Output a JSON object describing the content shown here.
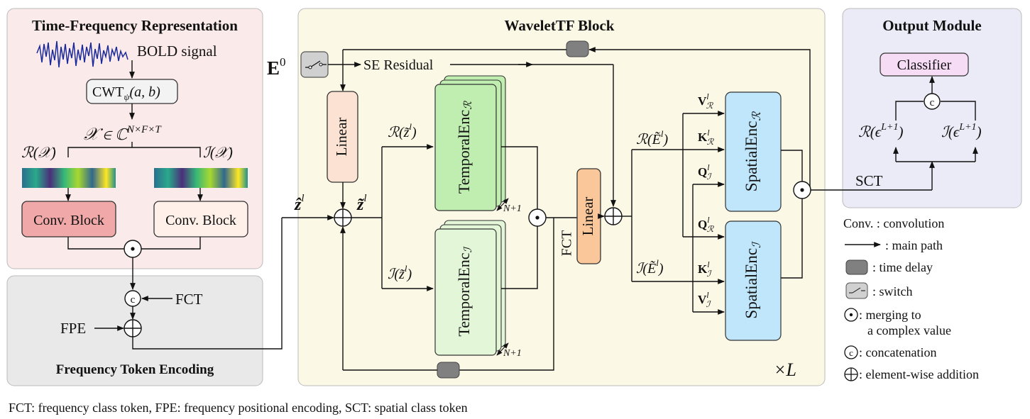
{
  "panels": {
    "tfr_title": "Time-Frequency Representation",
    "fte_title": "Frequency Token Encoding",
    "wtf_title": "WaveletTF Block",
    "out_title": "Output Module"
  },
  "tfr": {
    "bold_signal": "BOLD signal",
    "cwt": "CWT",
    "cwt_sub": "ψ",
    "cwt_args": "(a, b)",
    "x_set": "𝒳 ∈ ℂ",
    "x_dims": "N×F×T",
    "real_x": "ℛ(𝒳)",
    "imag_x": "ℐ(𝒳)",
    "conv_left": "Conv. Block",
    "conv_right": "Conv. Block"
  },
  "fte": {
    "fct": "FCT",
    "fpe": "FPE"
  },
  "wtf": {
    "e0": "E",
    "e0_sup": "0",
    "se_residual": "SE Residual",
    "linear_left": "Linear",
    "z_hat": "ẑ",
    "z_tilde": "z̃",
    "sup_l": "l",
    "real_z": "ℛ(z̃",
    "imag_z": "ℐ(z̃",
    "close_paren": ")",
    "temporal_r": "TemporalEnc",
    "temporal_r_sub": "ℛ",
    "temporal_i": "TemporalEnc",
    "temporal_i_sub": "ℐ",
    "n_plus_1_top": "N+1",
    "n_plus_1_bottom": "N+1",
    "fct_vertical": "FCT",
    "linear_mid": "Linear",
    "real_e": "ℛ(Ẽ",
    "imag_e": "ℐ(Ẽ",
    "v_r": "V",
    "v_r_sub": "ℛ",
    "k_r": "K",
    "k_r_sub": "ℛ",
    "q_i": "Q",
    "q_i_sub": "ℐ",
    "q_r": "Q",
    "q_r_sub": "ℛ",
    "k_i": "K",
    "k_i_sub": "ℐ",
    "v_i": "V",
    "v_i_sub": "ℐ",
    "spatial_r": "SpatialEnc",
    "spatial_r_sub": "ℛ",
    "spatial_i": "SpatialEnc",
    "spatial_i_sub": "ℐ",
    "times_l": "×L"
  },
  "output": {
    "classifier": "Classifier",
    "real_eps": "ℛ(ϵ",
    "imag_eps": "ℐ(ϵ",
    "eps_sup": "L+1",
    "sct": "SCT"
  },
  "legend": {
    "conv": "Conv. : convolution",
    "main_path": ": main path",
    "time_delay": ": time delay",
    "switch": ": switch",
    "merge_1": ": merging to",
    "merge_2": "a complex value",
    "concat": ": concatenation",
    "add": ": element-wise addition"
  },
  "symbols": {
    "concat": "c"
  },
  "caption": "FCT: frequency class token, FPE: frequency positional encoding, SCT: spatial class token",
  "colors": {
    "tfr_bg": "#fbeaea",
    "fte_bg": "#e9e9e9",
    "wtf_bg": "#fbf8e6",
    "out_bg": "#ebebf7",
    "conv_red": "#f0a8a8",
    "temporal_green": "#bfeeb0",
    "spatial_blue": "#bfe6fb",
    "linear_orange": "#f9c79a",
    "linear_peach": "#fbe2d2",
    "classifier_pink": "#f7dcf6",
    "delay_gray": "#808080"
  }
}
